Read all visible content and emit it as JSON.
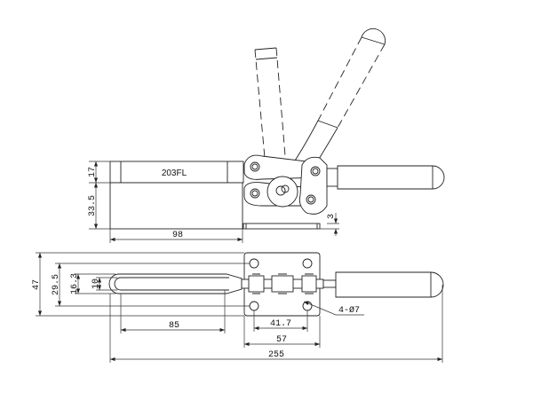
{
  "drawing": {
    "model_label": "203FL",
    "side_view": {
      "dim_plunger_height": "17",
      "dim_body_height": "33.5",
      "dim_body_length": "98",
      "dim_base_thickness": "3"
    },
    "top_view": {
      "dim_overall_width": "47",
      "dim_hole_spacing_vertical": "29.5",
      "dim_arm_width": "16.3",
      "dim_slot_width": "10",
      "dim_slot_length": "85",
      "dim_hole_spacing_horizontal": "41.7",
      "dim_base_length": "57",
      "dim_overall_length": "255",
      "hole_callout": "4-Ø7"
    }
  }
}
